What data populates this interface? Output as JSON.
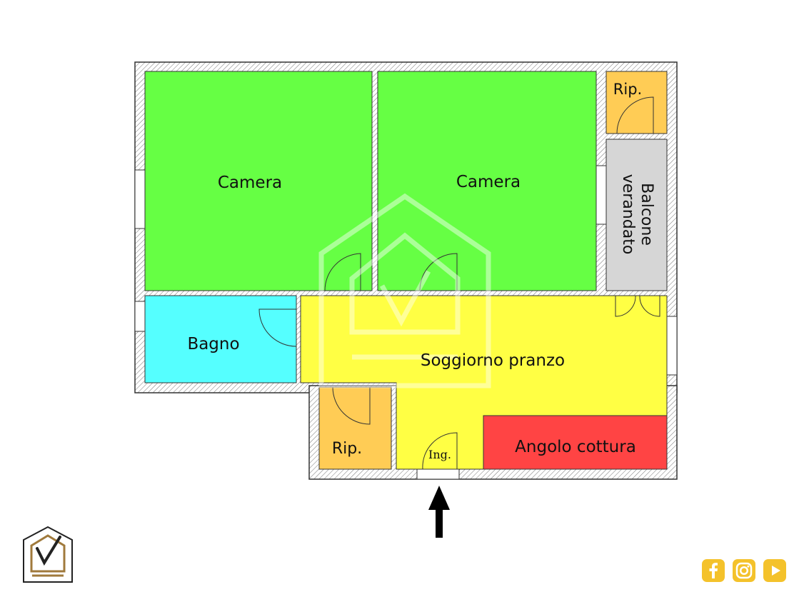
{
  "rooms": {
    "camera_left": "Camera",
    "camera_right": "Camera",
    "rip_top": "Rip.",
    "balcone_line1": "Balcone",
    "balcone_line2": "verandato",
    "bagno": "Bagno",
    "soggiorno": "Soggiorno pranzo",
    "rip_bottom": "Rip.",
    "ingresso": "Ing.",
    "angolo_cottura": "Angolo cottura"
  },
  "colors": {
    "camera": "#66ff44",
    "ripostiglio": "#ffcc55",
    "balcone": "#d6d6d6",
    "bagno": "#55ffff",
    "soggiorno": "#ffff44",
    "cucina": "#ff4444",
    "brand_gold": "#f4c22b",
    "brand_brown": "#a07a3c"
  },
  "icons": {
    "entrance": "arrow-up-icon",
    "logo": "house-check-logo",
    "social": [
      "facebook-icon",
      "instagram-icon",
      "youtube-icon"
    ]
  }
}
